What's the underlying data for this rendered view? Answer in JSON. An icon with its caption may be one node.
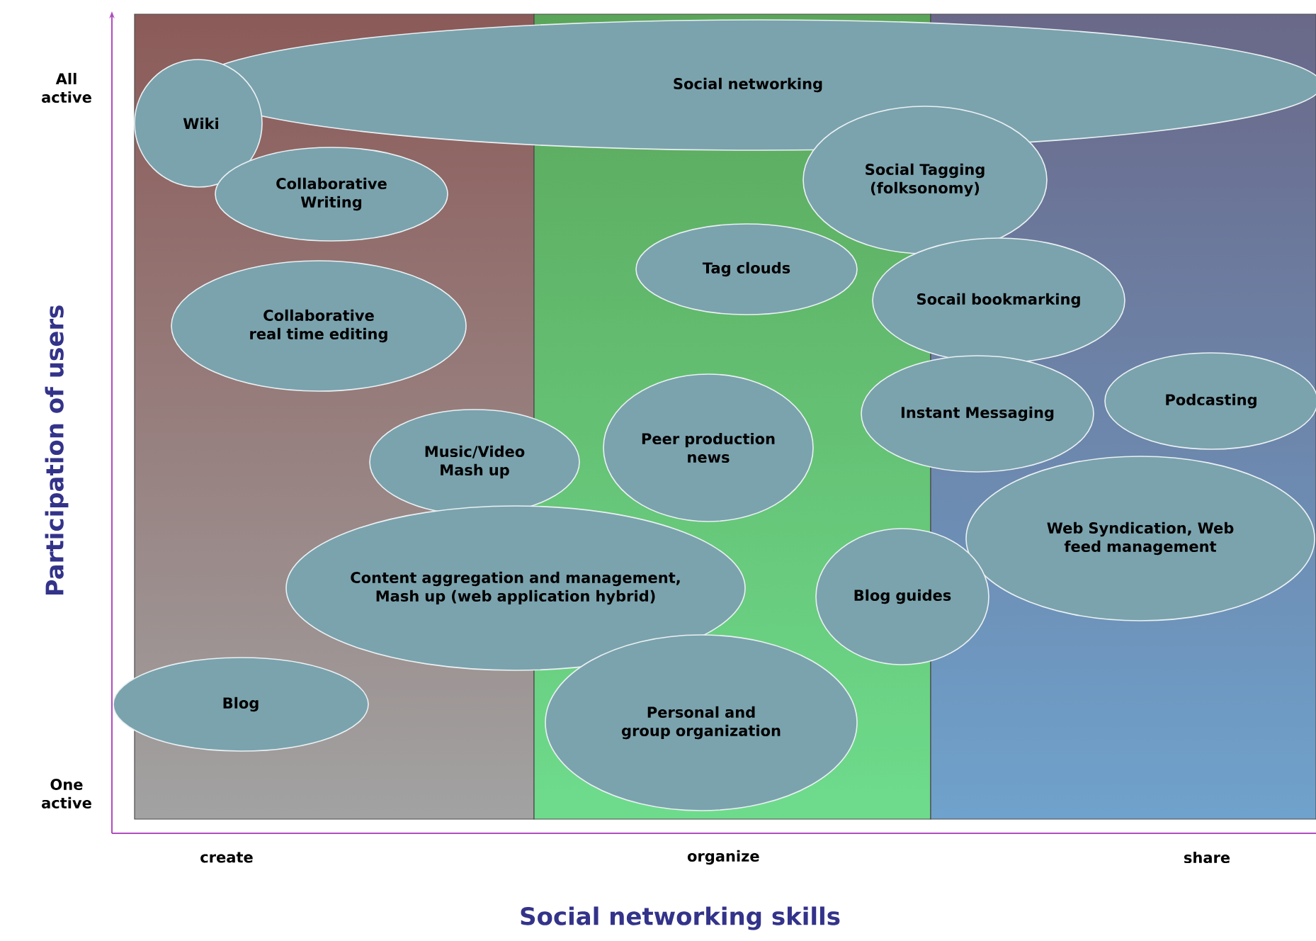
{
  "diagram": {
    "nodes": [
      {
        "text": [
          "Social networking"
        ]
      },
      {
        "text": [
          "Wiki"
        ]
      },
      {
        "text": [
          "Collaborative Writing"
        ]
      },
      {
        "text": [
          "Social Tagging (folksonomy)"
        ]
      },
      {
        "text": [
          "Tag clouds"
        ]
      },
      {
        "text": [
          "Socail bookmarking"
        ]
      },
      {
        "text": [
          "Collaborative real time editing"
        ]
      },
      {
        "text": [
          "Instant Messaging"
        ]
      },
      {
        "text": [
          "Podcasting"
        ]
      },
      {
        "text": [
          "Peer production news"
        ]
      },
      {
        "text": [
          "Music/Video Mash up"
        ]
      },
      {
        "text": [
          "Web Syndication, Web feed management"
        ]
      },
      {
        "text": [
          "Content aggregation and management, Mash up (web application hybrid)"
        ]
      },
      {
        "text": [
          "Blog guides"
        ]
      },
      {
        "text": [
          "Blog"
        ]
      },
      {
        "text": [
          "Personal and group organization"
        ]
      }
    ],
    "edges": [],
    "labels": [
      "All active",
      "Participation of users",
      "One active",
      "create",
      "organize",
      "share",
      "Social networking skills"
    ]
  }
}
